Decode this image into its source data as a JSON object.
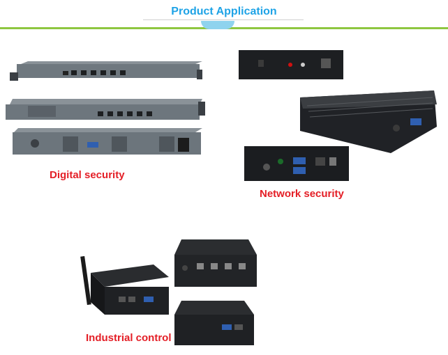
{
  "header": {
    "title": "Product Application"
  },
  "sections": [
    {
      "caption": "Digital security"
    },
    {
      "caption": "Network security"
    },
    {
      "caption": "Industrial control"
    }
  ]
}
